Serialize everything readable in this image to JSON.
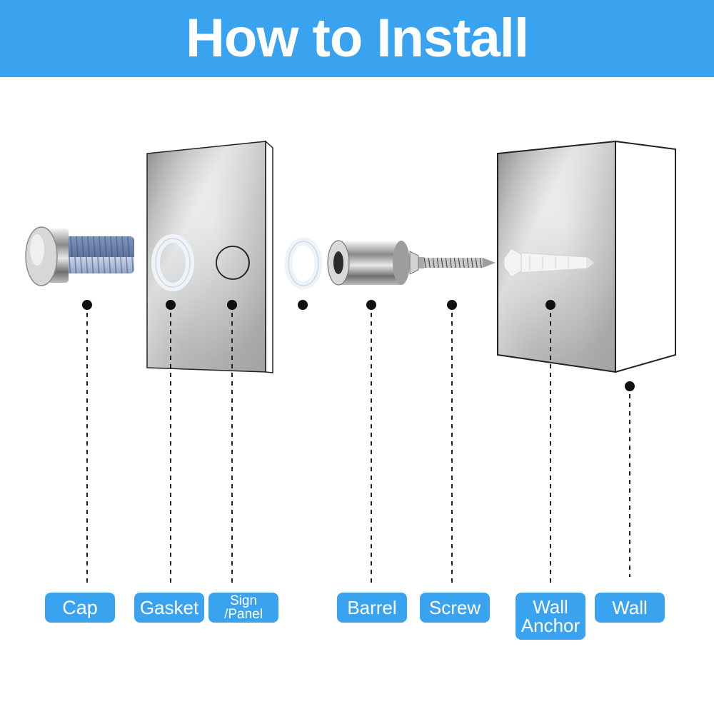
{
  "title": "How to Install",
  "colors": {
    "header_bg": "#3aa3ef",
    "label_bg": "#3aa3ef",
    "label_text": "#ffffff",
    "leader_line": "#222222"
  },
  "labels": {
    "cap": "Cap",
    "gasket": "Gasket",
    "sign_panel_line1": "Sign",
    "sign_panel_line2": "/Panel",
    "barrel": "Barrel",
    "screw": "Screw",
    "wall_anchor_line1": "Wall",
    "wall_anchor_line2": "Anchor",
    "wall": "Wall"
  },
  "icons": [
    "cap-bolt-icon",
    "gasket-ring-icon",
    "panel-hole-icon",
    "barrel-icon",
    "screw-icon",
    "wall-anchor-icon",
    "sign-panel-icon",
    "wall-block-icon"
  ]
}
